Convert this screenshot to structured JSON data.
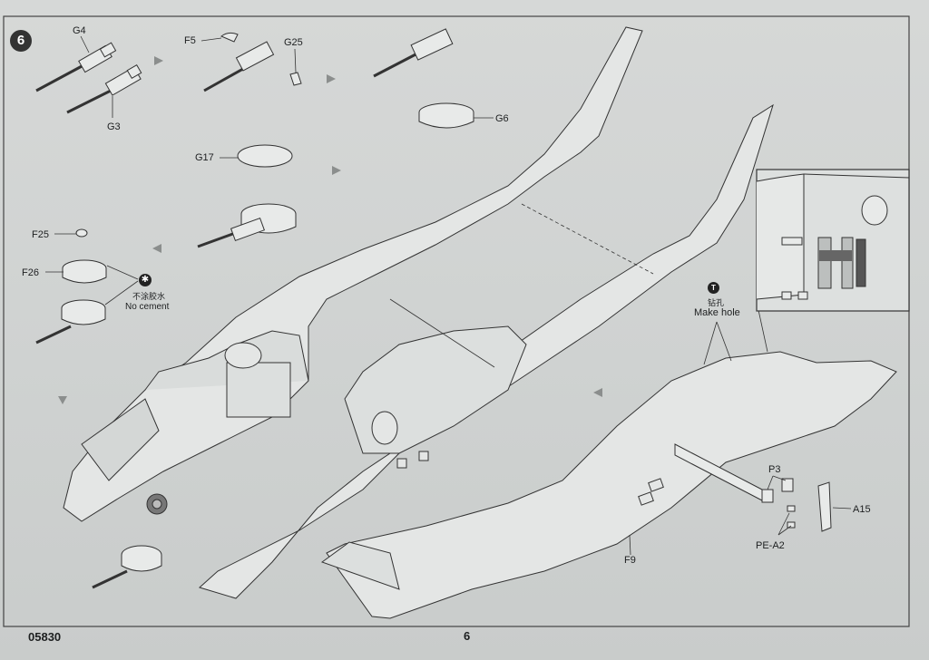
{
  "step": {
    "number": "6"
  },
  "labels": {
    "G4": "G4",
    "G3": "G3",
    "F5": "F5",
    "G25": "G25",
    "G6": "G6",
    "G17": "G17",
    "F25": "F25",
    "F26": "F26",
    "P3": "P3",
    "A15": "A15",
    "PE_A2": "PE-A2",
    "F9": "F9"
  },
  "notes": {
    "no_cement_cn": "不涂胶水",
    "no_cement_en": "No cement",
    "make_hole_cn": "钻孔",
    "make_hole_en": "Make hole"
  },
  "footer": {
    "kit_number": "05830",
    "page_number": "6"
  },
  "icons": {
    "no_cement": "no-cement-icon",
    "drill": "drill-icon",
    "arrow": "assembly-arrow-icon"
  }
}
